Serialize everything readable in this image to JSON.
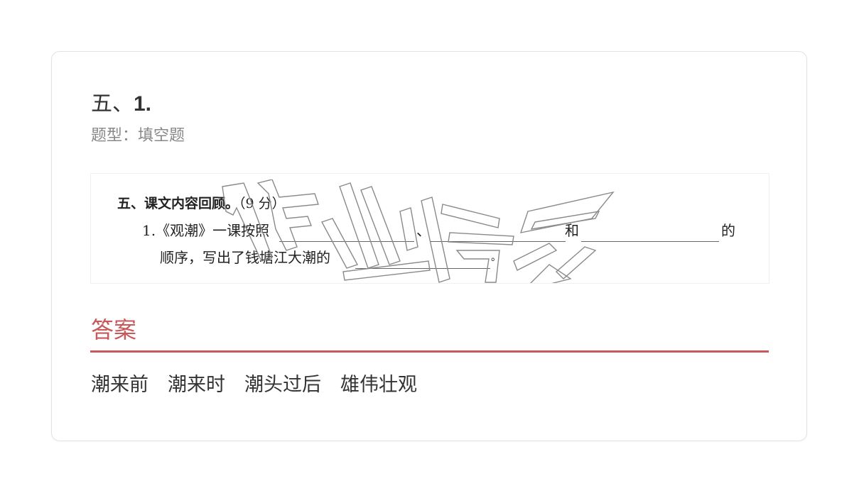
{
  "question": {
    "title_prefix": "五、",
    "title_number": "1.",
    "type_label": "题型：填空题"
  },
  "question_image": {
    "heading": "五、课文内容回顾。",
    "points": "（9 分）",
    "line1_prefix": "1.《观潮》一课按照",
    "line1_sep1": "、",
    "line1_sep2": "和",
    "line1_suffix": "的",
    "line2_prefix": "顺序，写出了钱塘江大潮的",
    "line2_suffix": "。",
    "watermark": "作业精灵"
  },
  "answer": {
    "heading": "答案",
    "text": "潮来前　潮来时　潮头过后　雄伟壮观",
    "items": [
      "潮来前",
      "潮来时",
      "潮头过后",
      "雄伟壮观"
    ]
  },
  "colors": {
    "accent": "#c8585a",
    "title": "#333333",
    "subtitle": "#888888",
    "card_border": "#e2e2e2"
  }
}
